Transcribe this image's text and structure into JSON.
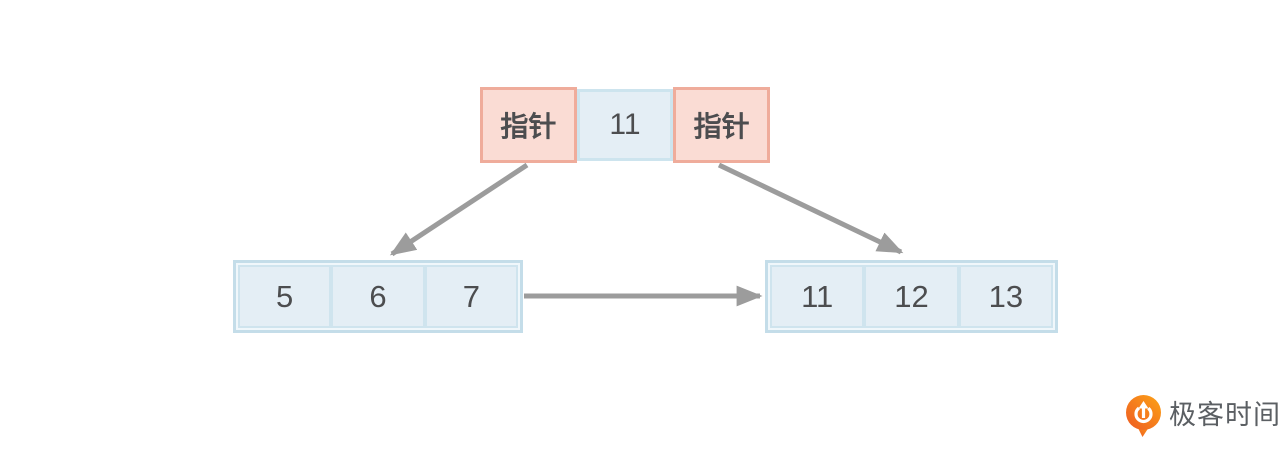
{
  "page": {
    "background": "#ffffff"
  },
  "colors": {
    "pointer_fill": "#fadcd4",
    "pointer_border": "#efac9b",
    "key_fill": "#e4eef5",
    "key_border": "#cde4ee",
    "leaf_fill": "#e4eef5",
    "leaf_border": "#c4dde9",
    "leaf_cell_border": "#cfe4ee",
    "arrow": "#9c9c9c",
    "cell_text": "#4c4d4f",
    "logo_text_color": "#5b5f63",
    "logo_orange_start": "#ee5b23",
    "logo_orange_end": "#fca216"
  },
  "diagram": {
    "root_node": {
      "cells": [
        {
          "label": "指针",
          "type": "pointer"
        },
        {
          "label": "11",
          "type": "key"
        },
        {
          "label": "指针",
          "type": "pointer"
        }
      ]
    },
    "left_leaf": {
      "cells": [
        {
          "label": "5"
        },
        {
          "label": "6"
        },
        {
          "label": "7"
        }
      ]
    },
    "right_leaf": {
      "cells": [
        {
          "label": "11"
        },
        {
          "label": "12"
        },
        {
          "label": "13"
        }
      ]
    },
    "edges": [
      {
        "from": "root-left-pointer",
        "to": "left-leaf"
      },
      {
        "from": "root-right-pointer",
        "to": "right-leaf"
      },
      {
        "from": "left-leaf",
        "to": "right-leaf"
      }
    ]
  },
  "logo": {
    "text": "极客时间",
    "icon": "geektime-icon"
  }
}
